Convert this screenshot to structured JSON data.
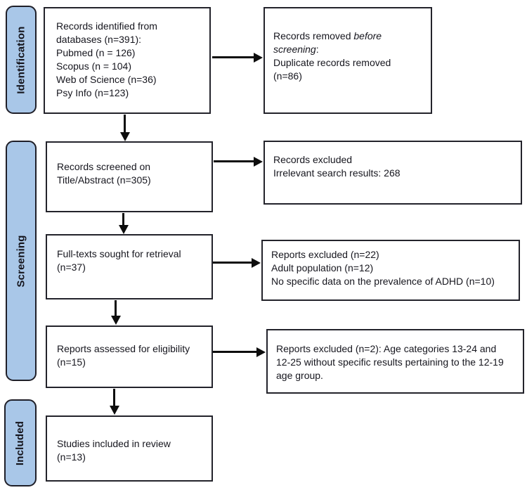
{
  "stages": [
    {
      "label": "Identification"
    },
    {
      "label": "Screening"
    },
    {
      "label": "Included"
    }
  ],
  "boxes": {
    "identified": {
      "lines": [
        "Records identified from",
        "databases (n=391):",
        "Pubmed (n = 126)",
        "Scopus (n = 104)",
        "Web of Science (n=36)",
        "Psy Info (n=123)"
      ]
    },
    "removed_before_screening": {
      "normal_prefix": "Records removed ",
      "italic_segment": "before screening",
      "normal_suffix": ":",
      "lines": [
        "Duplicate records removed",
        "(n=86)"
      ]
    },
    "screened": {
      "lines": [
        "Records screened on",
        "Title/Abstract (n=305)"
      ]
    },
    "records_excluded": {
      "lines": [
        "Records excluded",
        "Irrelevant search results: 268"
      ]
    },
    "fulltexts_sought": {
      "lines": [
        "Full-texts sought for retrieval",
        "(n=37)"
      ]
    },
    "reports_excluded_fulltext": {
      "lines": [
        "Reports excluded (n=22)",
        "Adult population (n=12)",
        "No specific data on the prevalence of ADHD (n=10)"
      ]
    },
    "assessed_eligibility": {
      "lines": [
        "Reports assessed for eligibility",
        "(n=15)"
      ]
    },
    "reports_excluded_eligibility": {
      "lines": [
        "Reports excluded (n=2): Age categories 13-24 and",
        "12-25 without specific results pertaining to the 12-19",
        "age group."
      ]
    },
    "studies_included": {
      "lines": [
        "Studies included in review",
        "(n=13)"
      ]
    }
  },
  "colors": {
    "stage_fill": "#a9c7e8",
    "stage_border": "#1f1f28",
    "box_border": "#23232b",
    "text": "#16161e",
    "arrow": "#0d0d0d",
    "background": "#ffffff"
  }
}
